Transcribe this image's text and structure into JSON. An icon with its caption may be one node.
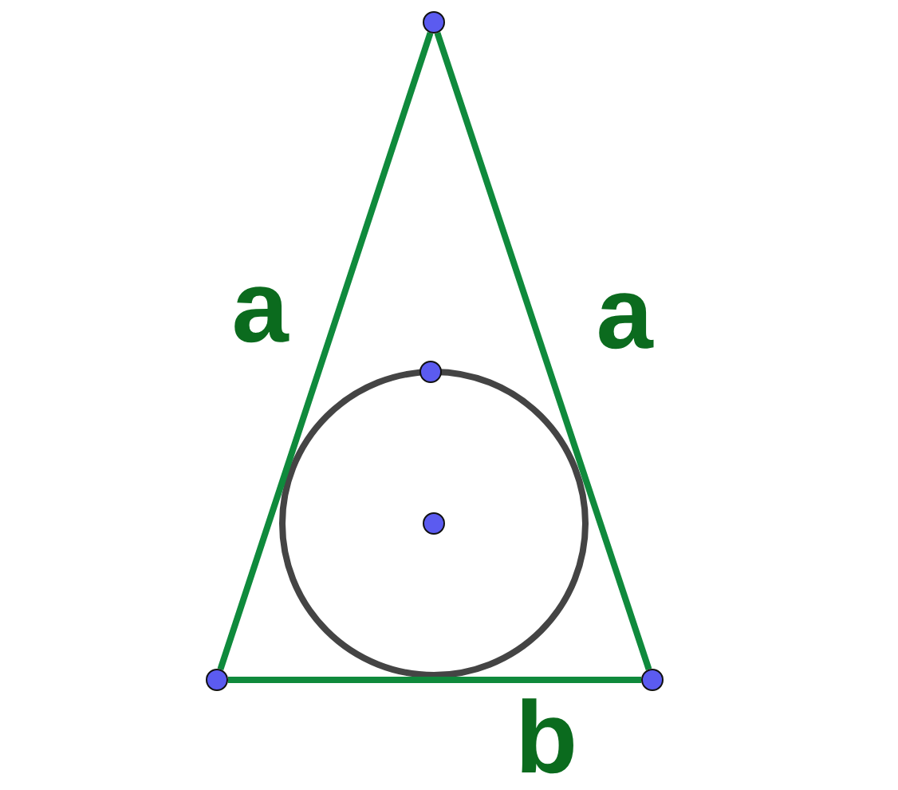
{
  "diagram": {
    "nodes": [
      {
        "text": [],
        "shape": "circle"
      },
      {
        "text": [],
        "shape": "circle"
      },
      {
        "text": [],
        "shape": "circle"
      },
      {
        "text": [],
        "shape": "circle"
      },
      {
        "text": [],
        "shape": "circle"
      }
    ],
    "edges": [
      {
        "from": 0,
        "to": 1,
        "arrow": "none",
        "label": "a"
      },
      {
        "from": 0,
        "to": 2,
        "arrow": "none",
        "label": "a"
      },
      {
        "from": 1,
        "to": 2,
        "arrow": "none",
        "label": "b"
      }
    ]
  }
}
